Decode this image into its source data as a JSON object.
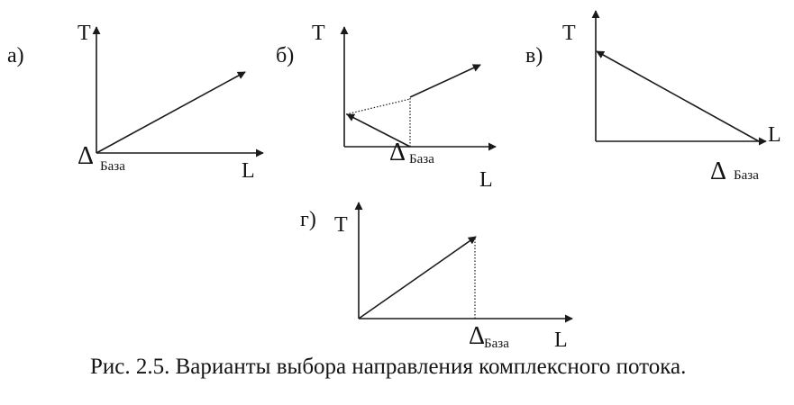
{
  "panels": {
    "a": {
      "label": "а)",
      "y_axis": "T",
      "x_axis": "L",
      "delta": "Δ",
      "sub": "База"
    },
    "b": {
      "label": "б)",
      "y_axis": "T",
      "x_axis": "L",
      "delta": "Δ",
      "sub": "База"
    },
    "v": {
      "label": "в)",
      "y_axis": "T",
      "x_axis": "L",
      "delta": "Δ",
      "sub": "База"
    },
    "g": {
      "label": "г)",
      "y_axis": "T",
      "x_axis": "L",
      "delta": "Δ",
      "sub": "База"
    }
  },
  "caption": "Рис. 2.5. Варианты выбора направления комплексного потока."
}
